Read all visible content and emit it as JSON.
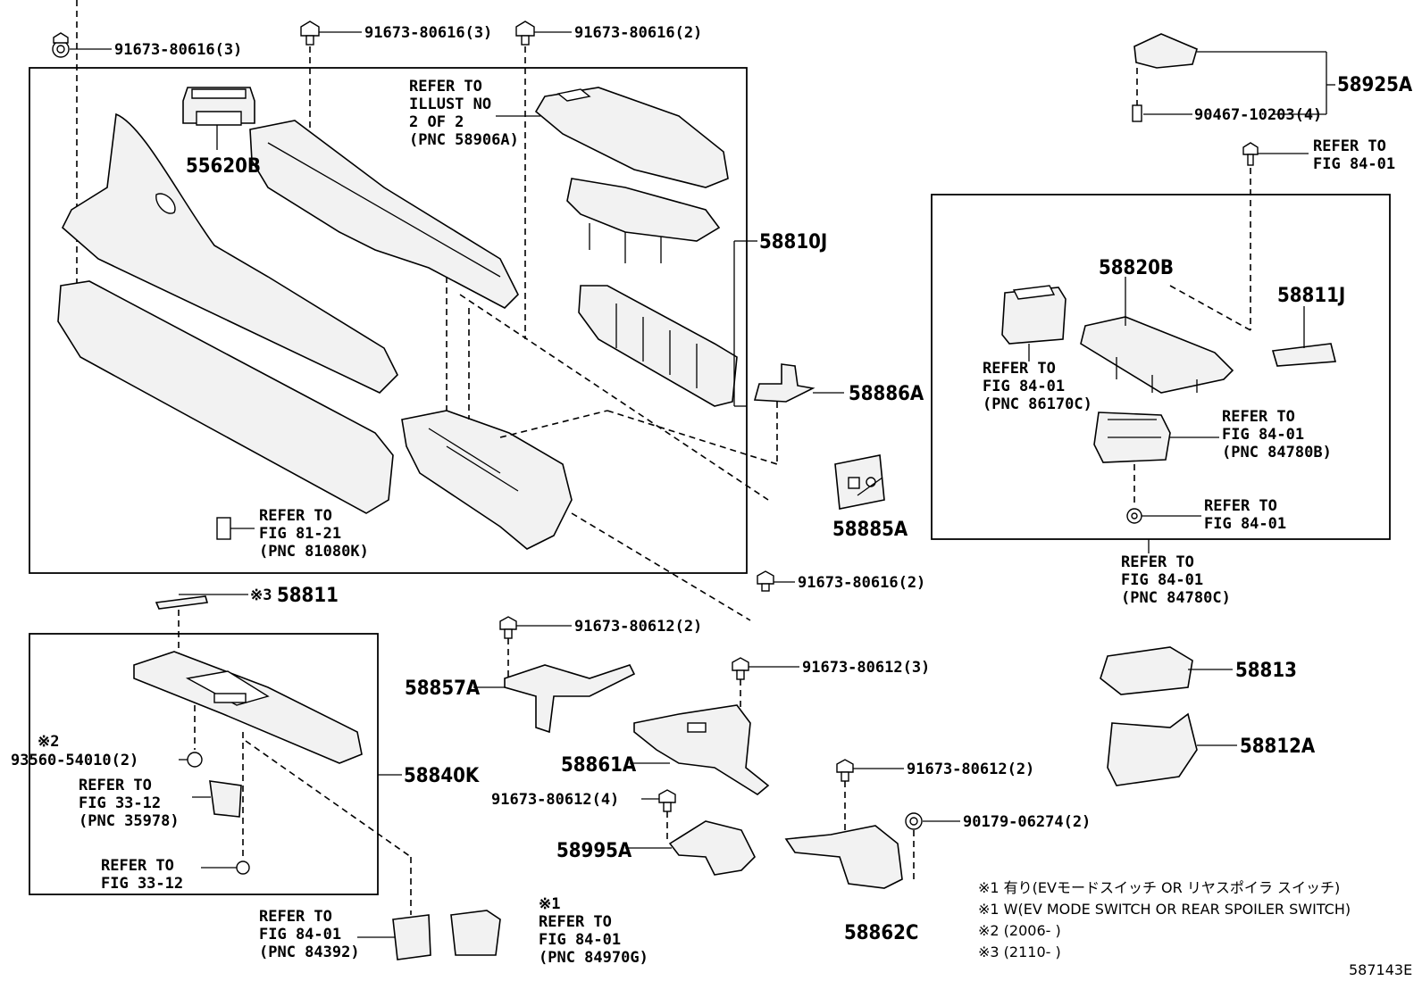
{
  "callouts": {
    "p91673_80616_3a": "91673-80616(3)",
    "p91673_80616_3b": "91673-80616(3)",
    "p91673_80616_2a": "91673-80616(2)",
    "p91673_80616_2b": "91673-80616(2)",
    "p55620B": "55620B",
    "p58810J": "58810J",
    "p58886A": "58886A",
    "p58885A": "58885A",
    "p58925A": "58925A",
    "p90467": "90467-10203(4)",
    "p58820B": "58820B",
    "p58811J": "58811J",
    "p58811": "58811",
    "p58811_mark": "※3",
    "p91673_80612_2a": "91673-80612(2)",
    "p91673_80612_3": "91673-80612(3)",
    "p91673_80612_2b": "91673-80612(2)",
    "p91673_80612_4": "91673-80612(4)",
    "p58857A": "58857A",
    "p58861A": "58861A",
    "p58995A": "58995A",
    "p58862C": "58862C",
    "p90179": "90179-06274(2)",
    "p58813": "58813",
    "p58812A": "58812A",
    "p58840K": "58840K",
    "p93560_mark": "※2",
    "p93560": "93560-54010(2)",
    "p84970G_mark": "※1"
  },
  "refs": {
    "illust": [
      "REFER TO",
      "ILLUST NO",
      "2 OF 2",
      "(PNC 58906A)"
    ],
    "fig8121": [
      "REFER TO",
      "FIG 81-21",
      "(PNC 81080K)"
    ],
    "fig8401_top": [
      "REFER TO",
      "FIG 84-01"
    ],
    "pnc86170C": [
      "REFER TO",
      "FIG 84-01",
      "(PNC 86170C)"
    ],
    "pnc84780B": [
      "REFER TO",
      "FIG 84-01",
      "(PNC 84780B)"
    ],
    "fig8401_inner": [
      "REFER TO",
      "FIG 84-01"
    ],
    "pnc84780C": [
      "REFER TO",
      "FIG 84-01",
      "(PNC 84780C)"
    ],
    "pnc35978": [
      "REFER TO",
      "FIG 33-12",
      "(PNC 35978)"
    ],
    "fig3312": [
      "REFER TO",
      "FIG 33-12"
    ],
    "pnc84392": [
      "REFER TO",
      "FIG 84-01",
      "(PNC 84392)"
    ],
    "pnc84970G": [
      "REFER TO",
      "FIG 84-01",
      "(PNC 84970G)"
    ]
  },
  "notes": [
    "※1  有り(EVモードスイッチ  OR  リヤスポイラ  スイッチ)",
    "※1  W(EV MODE SWITCH OR REAR SPOILER SWITCH)",
    "※2 (2006-        )",
    "※3 (2110-        )"
  ],
  "diagram_id": "587143E"
}
